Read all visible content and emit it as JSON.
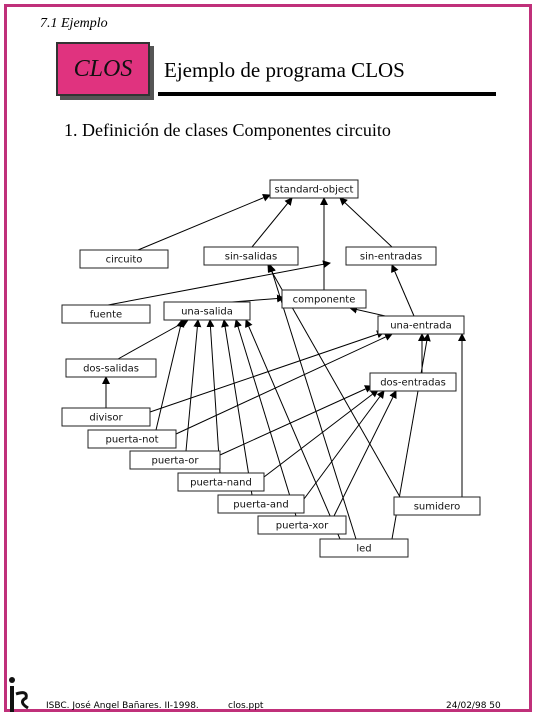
{
  "header": {
    "section": "7.1 Ejemplo",
    "badge": "CLOS",
    "title": "Ejemplo de programa CLOS"
  },
  "subtitle": "1. Definición de clases Componentes circuito",
  "diagram": {
    "nodes": [
      {
        "id": "standard-object",
        "label": "standard-object"
      },
      {
        "id": "circuito",
        "label": "circuito"
      },
      {
        "id": "sin-salidas",
        "label": "sin-salidas"
      },
      {
        "id": "sin-entradas",
        "label": "sin-entradas"
      },
      {
        "id": "componente",
        "label": "componente"
      },
      {
        "id": "fuente",
        "label": "fuente"
      },
      {
        "id": "una-salida",
        "label": "una-salida"
      },
      {
        "id": "una-entrada",
        "label": "una-entrada"
      },
      {
        "id": "dos-salidas",
        "label": "dos-salidas"
      },
      {
        "id": "dos-entradas",
        "label": "dos-entradas"
      },
      {
        "id": "divisor",
        "label": "divisor"
      },
      {
        "id": "puerta-not",
        "label": "puerta-not"
      },
      {
        "id": "puerta-or",
        "label": "puerta-or"
      },
      {
        "id": "puerta-nand",
        "label": "puerta-nand"
      },
      {
        "id": "puerta-and",
        "label": "puerta-and"
      },
      {
        "id": "puerta-xor",
        "label": "puerta-xor"
      },
      {
        "id": "sumidero",
        "label": "sumidero"
      },
      {
        "id": "led",
        "label": "led"
      }
    ],
    "edges": [
      {
        "from": "circuito",
        "to": "standard-object"
      },
      {
        "from": "sin-salidas",
        "to": "standard-object"
      },
      {
        "from": "sin-entradas",
        "to": "standard-object"
      },
      {
        "from": "componente",
        "to": "standard-object"
      },
      {
        "from": "fuente",
        "to": "sin-entradas"
      },
      {
        "from": "una-salida",
        "to": "componente"
      },
      {
        "from": "una-entrada",
        "to": "sin-entradas"
      },
      {
        "from": "una-entrada",
        "to": "componente"
      },
      {
        "from": "dos-salidas",
        "to": "una-salida"
      },
      {
        "from": "dos-entradas",
        "to": "una-entrada"
      },
      {
        "from": "divisor",
        "to": "dos-salidas"
      },
      {
        "from": "divisor",
        "to": "una-entrada"
      },
      {
        "from": "puerta-not",
        "to": "una-salida"
      },
      {
        "from": "puerta-not",
        "to": "una-entrada"
      },
      {
        "from": "puerta-or",
        "to": "una-salida"
      },
      {
        "from": "puerta-or",
        "to": "dos-entradas"
      },
      {
        "from": "puerta-nand",
        "to": "una-salida"
      },
      {
        "from": "puerta-nand",
        "to": "dos-entradas"
      },
      {
        "from": "puerta-and",
        "to": "una-salida"
      },
      {
        "from": "puerta-and",
        "to": "dos-entradas"
      },
      {
        "from": "puerta-xor",
        "to": "una-salida"
      },
      {
        "from": "puerta-xor",
        "to": "dos-entradas"
      },
      {
        "from": "sumidero",
        "to": "una-entrada"
      },
      {
        "from": "sumidero",
        "to": "sin-salidas"
      },
      {
        "from": "led",
        "to": "una-entrada"
      },
      {
        "from": "led",
        "to": "sin-salidas"
      },
      {
        "from": "led",
        "to": "una-salida"
      }
    ]
  },
  "footer": {
    "credit": "ISBC. José Angel Bañares. II-1998.",
    "file": "clos.ppt",
    "date_page": "24/02/98  50"
  },
  "colors": {
    "frame": "#c0307a",
    "badge": "#e0337f"
  }
}
